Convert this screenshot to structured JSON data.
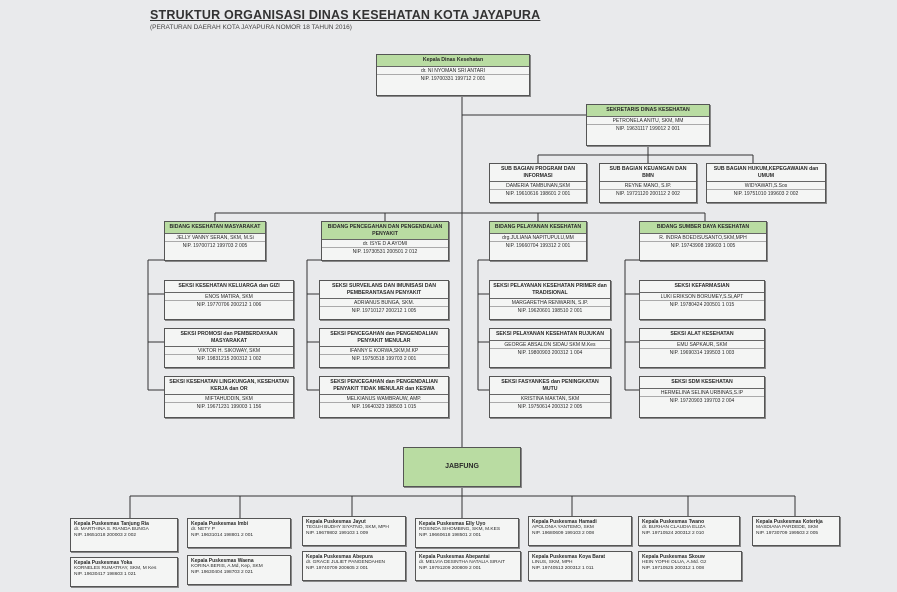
{
  "header": {
    "title": "STRUKTUR ORGANISASI DINAS KESEHATAN KOTA JAYAPURA",
    "subtitle": "(PERATURAN DAERAH KOTA JAYAPURA NOMOR 18 TAHUN 2016)"
  },
  "kepala": {
    "title": "Kepala Dinas Kesehatan",
    "name": "dr. NI NYOMAN SRI ANTARI",
    "nip": "NIP. 19700331 199712 2 001"
  },
  "sekretaris": {
    "title": "SEKRETARIS DINAS KESEHATAN",
    "name": "PETRONELA ANITU, SKM, MM",
    "nip": "NIP. 19631117 199012 2 001"
  },
  "subbagian": [
    {
      "title": "SUB BAGIAN PROGRAM DAN INFORMASI",
      "name": "DAMERIA TAMBUNAN,SKM",
      "nip": "NIP. 19610616 198601 2 001"
    },
    {
      "title": "SUB BAGIAN KEUANGAN DAN BMN",
      "name": "REYNE MANO, S.IP.",
      "nip": "NIP. 19721120 200112 2 002"
    },
    {
      "title": "SUB BAGIAN HUKUM,KEPEGAWAIAN dan UMUM",
      "name": "WIDYAWATI,S.Sos",
      "nip": "NIP. 19751010 199603 2 002"
    }
  ],
  "bidang": [
    {
      "title": "BIDANG KESEHATAN MASYARAKAT",
      "name": "JELLY VANNY SERAN, SKM, M.Si",
      "nip": "NIP. 19700712 199703 2 005"
    },
    {
      "title": "BIDANG PENCEGAHAN DAN PENGENDALIAN PENYAKIT",
      "name": "dr. ISYE D A AYOMI",
      "nip": "NIP. 19730531 200501 2 012"
    },
    {
      "title": "BIDANG PELAYANAN KESEHATAN",
      "name": "drg.JULIANA NAPITUPULU,MM",
      "nip": "NIP. 19660704 199312 2 001"
    },
    {
      "title": "BIDANG SUMBER DAYA KESEHATAN",
      "name": "R. INDRA BOEDISUSANTO,SKM,MPH",
      "nip": "NIP. 19743908 199603 1 005"
    }
  ],
  "seksi": [
    [
      {
        "title": "SEKSI KESEHATAN KELUARGA dan GIZI",
        "name": "ENOS MATIRA, SKM",
        "nip": "NIP. 19770706 200212 1 006"
      },
      {
        "title": "SEKSI PROMOSI dan PEMBERDAYAAN MASYARAKAT",
        "name": "VIKTOR H. SIKOWAY, SKM",
        "nip": "NIP. 19831215 200312 1 002"
      },
      {
        "title": "SEKSI KESEHATAN LINGKUNGAN, KESEHATAN KERJA dan OR",
        "name": "MIFTAHUDDIN, SKM",
        "nip": "NIP. 19671231 199003 1 156"
      }
    ],
    [
      {
        "title": "SEKSI SURVEILANS DAN IMUNISASI DAN PEMBERANTASAN PENYAKIT",
        "name": "ADRIANUS BUNGA, SKM.",
        "nip": "NIP. 19710127 200212 1 005"
      },
      {
        "title": "SEKSI PENCEGAHAN dan PENGENDALIAN PENYAKIT MENULAR",
        "name": "IFANNY E KORWA,SKM,M.KP",
        "nip": "NIP. 19750518 199703 2 001"
      },
      {
        "title": "SEKSI PENCEGAHAN dan PENGENDALIAN PENYAKIT TIDAK MENULAR dan KESWA",
        "name": "MELKIANUS WAMBRAUW, AMP.",
        "nip": "NIP. 19640323 198503 1 015"
      }
    ],
    [
      {
        "title": "SEKSI PELAYANAN KESEHATAN PRIMER dan TRADISIONAL",
        "name": "MARGARETHA RENWARIN, S.IP.",
        "nip": "NIP. 19620601 198510 2 001"
      },
      {
        "title": "SEKSI PELAYANAN KESEHATAN RUJUKAN",
        "name": "GEORGE ABSALON SIDAU SKM M.Kes",
        "nip": "NIP. 19800903 200312 1 004"
      },
      {
        "title": "SEKSI FASYANKES dan PENINGKATAN MUTU",
        "name": "KRISTINA MAKTAN, SKM",
        "nip": "NIP. 19750614 200312 2 005"
      }
    ],
    [
      {
        "title": "SEKSI KEFARMASIAN",
        "name": "LUKI ERIKSON BORUMEY,S.Si,APT",
        "nip": "NIP. 19780424 200501 1 015"
      },
      {
        "title": "SEKSI ALAT KESEHATAN",
        "name": "EMU SAPKAUR, SKM",
        "nip": "NIP. 19690314 199503 1 003"
      },
      {
        "title": "SEKSI SDM KESEHATAN",
        "name": "HERMELINA SELINA URBINAS,S.IP",
        "nip": "NIP. 19720903 199703 2 004"
      }
    ]
  ],
  "jabfung": {
    "label": "JABFUNG"
  },
  "puskesmas": [
    {
      "title": "Kepala Puskesmas Tanjung Ria",
      "name": "dr. MARTHINA S. RIANDA BUNGA",
      "nip": "NIP. 19651018 200003 2 002"
    },
    {
      "title": "Kepala Puskesmas Imbi",
      "name": "dr. NETY P",
      "nip": "NIP. 19631014 198801 2 001"
    },
    {
      "title": "Kepala Puskesmas Jayut",
      "name": "TEGUH BUDHY SIYATNO, SKM, MPH",
      "nip": "NIP. 19679802 199103 1 009"
    },
    {
      "title": "Kepala Puskesmas Elly Uyo",
      "name": "ROSINDA SIHOMBING, SKM, M.KES",
      "nip": "NIP. 19660618 198501 2 001"
    },
    {
      "title": "Kepala Puskesmas Hamadi",
      "name": "APOLONIA YANTEMO, SKM",
      "nip": "NIP. 19680609 199103 2 008"
    },
    {
      "title": "Kepala Puskesmas Twano",
      "name": "dr. BURHAN CLAUDIA ELIZA",
      "nip": "NIP. 19710524 200312 2 010"
    },
    {
      "title": "Kepala Puskesmas Koterkja",
      "name": "MASDIANA PARDEDE, SKM",
      "nip": "NIP. 19730709 199503 2 005"
    },
    {
      "title": "Kepala Puskesmas Yoka",
      "name": "KORNELES RUMATRAY, SKM, M Kes",
      "nip": "NIP. 19630417 198603 1 021"
    },
    {
      "title": "Kepala Puskesmas Waena",
      "name": "KORINA BERIS, A.Md, Kep, SKM",
      "nip": "NIP. 19630404 198703 2 021"
    },
    {
      "title": "Kepala Puskesmas Abepura",
      "name": "dr. GRACE JULIET PANGENDAHEN",
      "nip": "NIP. 19740709 200605 2 001"
    },
    {
      "title": "Kepala Puskesmas Abepantai",
      "name": "dr. MELVIA DESINTHA NATALIA SIRAIT",
      "nip": "NIP. 19791209 200809 2 001"
    },
    {
      "title": "Kepala Puskesmas Koya Barat",
      "name": "LINUS, SKM, MPH",
      "nip": "NIP. 19740513 200312 1 011"
    },
    {
      "title": "Kepala Puskesmas Skouw",
      "name": "HEIN YOPHI OLUA, A.Md. Gz",
      "nip": "NIP. 19710525 200312 1 008"
    }
  ]
}
